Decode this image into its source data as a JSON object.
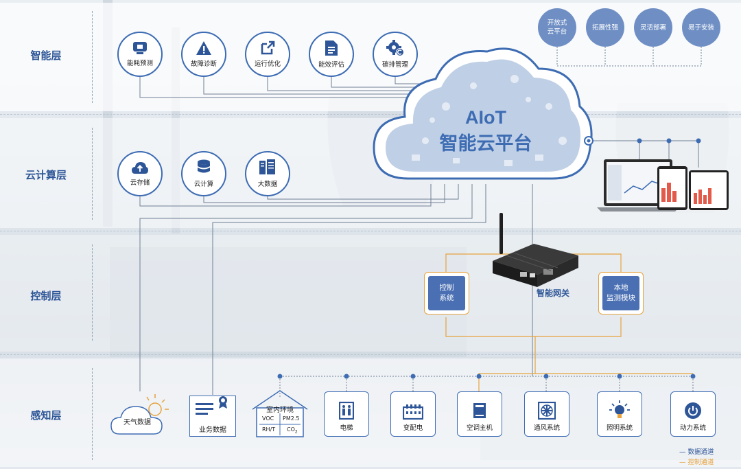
{
  "layers": {
    "smart": "智能层",
    "cloud": "云计算层",
    "control": "控制层",
    "sensing": "感知层"
  },
  "smart_nodes": [
    {
      "label": "能耗预测",
      "icon": "monitor-icon"
    },
    {
      "label": "故障诊断",
      "icon": "warning-icon"
    },
    {
      "label": "运行优化",
      "icon": "external-link-icon"
    },
    {
      "label": "能效评估",
      "icon": "document-icon"
    },
    {
      "label": "碳排管理",
      "icon": "gear-c-icon"
    }
  ],
  "cloud_nodes": [
    {
      "label": "云存储",
      "icon": "cloud-upload-icon"
    },
    {
      "label": "云计算",
      "icon": "database-icon"
    },
    {
      "label": "大数据",
      "icon": "servers-icon"
    }
  ],
  "features": [
    {
      "line1": "开放式",
      "line2": "云平台"
    },
    {
      "line1": "拓展性强",
      "line2": ""
    },
    {
      "line1": "灵活部署",
      "line2": ""
    },
    {
      "line1": "易于安装",
      "line2": ""
    }
  ],
  "cloud_platform": {
    "line1": "AIoT",
    "line2": "智能云平台"
  },
  "gateway": {
    "label": "智能网关"
  },
  "control_boxes": [
    {
      "line1": "控制",
      "line2": "系统"
    },
    {
      "line1": "本地",
      "line2": "监测模块"
    }
  ],
  "sensing": {
    "weather": "天气数据",
    "business": "业务数据",
    "indoor": {
      "title": "室内环境",
      "voc": "VOC",
      "pm": "PM2.5",
      "rh": "RH/T",
      "co2": "CO",
      "co2_sub": "2"
    },
    "devices": [
      {
        "label": "电梯",
        "icon": "elevator-icon"
      },
      {
        "label": "变配电",
        "icon": "switchgear-icon"
      },
      {
        "label": "空调主机",
        "icon": "ac-unit-icon"
      },
      {
        "label": "通风系统",
        "icon": "fan-icon"
      },
      {
        "label": "照明系统",
        "icon": "lightbulb-icon"
      },
      {
        "label": "动力系统",
        "icon": "power-icon"
      }
    ]
  },
  "legend": {
    "data": "— 数据通道",
    "control": "— 控制通道"
  },
  "colors": {
    "primary": "#3d6cb3",
    "label": "#2d5597",
    "control_line": "#e6a23c",
    "data_line": "#6f7f95"
  }
}
